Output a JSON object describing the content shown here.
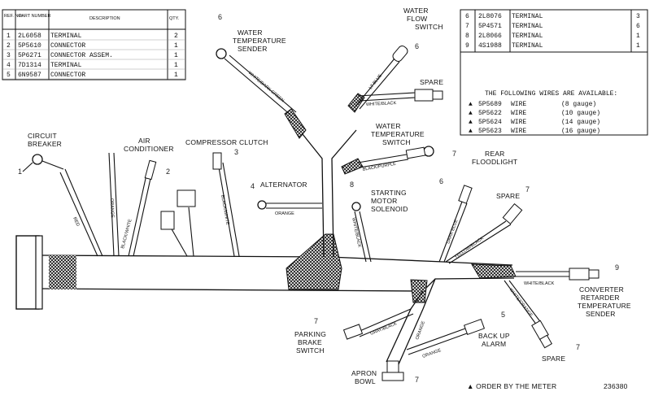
{
  "table_left": {
    "headers": [
      "REF. NO.",
      "PART NUMBER",
      "DESCRIPTION",
      "QTY."
    ],
    "rows": [
      {
        "ref": "1",
        "part": "2L6058",
        "desc": "TERMINAL",
        "qty": "2"
      },
      {
        "ref": "2",
        "part": "5P5610",
        "desc": "CONNECTOR",
        "qty": "1"
      },
      {
        "ref": "3",
        "part": "5P6271",
        "desc": "CONNECTOR ASSEM.",
        "qty": "1"
      },
      {
        "ref": "4",
        "part": "7D1314",
        "desc": "TERMINAL",
        "qty": "1"
      },
      {
        "ref": "5",
        "part": "6N9587",
        "desc": "CONNECTOR",
        "qty": "1"
      }
    ]
  },
  "table_right": {
    "rows": [
      {
        "ref": "6",
        "part": "2L8076",
        "desc": "TERMINAL",
        "qty": "3"
      },
      {
        "ref": "7",
        "part": "5P4571",
        "desc": "TERMINAL",
        "qty": "6"
      },
      {
        "ref": "8",
        "part": "2L8066",
        "desc": "TERMINAL",
        "qty": "1"
      },
      {
        "ref": "9",
        "part": "4S1988",
        "desc": "TERMINAL",
        "qty": "1"
      }
    ],
    "note": "THE FOLLOWING WIRES ARE AVAILABLE:",
    "wires": [
      {
        "part": "5P5689",
        "desc": "WIRE",
        "gauge": "(8 gauge)"
      },
      {
        "part": "5P5622",
        "desc": "WIRE",
        "gauge": "(10 gauge)"
      },
      {
        "part": "5P5624",
        "desc": "WIRE",
        "gauge": "(14 gauge)"
      },
      {
        "part": "5P5623",
        "desc": "WIRE",
        "gauge": "(16 gauge)"
      }
    ],
    "marker": "▲"
  },
  "components": {
    "circuit_breaker": [
      "CIRCUIT",
      "BREAKER"
    ],
    "air_conditioner": [
      "AIR",
      "CONDITIONER"
    ],
    "compressor_clutch": [
      "COMPRESSOR CLUTCH"
    ],
    "water_temp_sender": [
      "WATER",
      "TEMPERATURE",
      "SENDER"
    ],
    "water_flow_switch": [
      "WATER",
      "FLOW",
      "SWITCH"
    ],
    "spare_top": [
      "SPARE"
    ],
    "water_temp_switch": [
      "WATER",
      "TEMPERATURE",
      "SWITCH"
    ],
    "alternator": [
      "ALTERNATOR"
    ],
    "starting_motor": [
      "STARTING",
      "MOTOR",
      "SOLENOID"
    ],
    "rear_floodlight": [
      "REAR",
      "FLOODLIGHT"
    ],
    "spare_right": [
      "SPARE"
    ],
    "converter": [
      "CONVERTER",
      "RETARDER",
      "TEMPERATURE",
      "SENDER"
    ],
    "parking_brake": [
      "PARKING",
      "BRAKE",
      "SWITCH"
    ],
    "back_up_alarm": [
      "BACK UP",
      "ALARM"
    ],
    "apron_bowl": [
      "APRON",
      "BOWL"
    ],
    "spare_bottom": [
      "SPARE"
    ]
  },
  "wire_colors": {
    "red": "RED",
    "orange_ac": "ORANGE",
    "black_white": "BLACK/WHITE",
    "black_white_2": "BLACK/WHITE",
    "white_dark_green": "WHITE/DARK GREEN",
    "lt_blue": "LT BLUE",
    "white_black": "WHITE/BLACK",
    "black_purple": "BLACK/PURPLE",
    "orange_alt": "ORANGE",
    "white_black_2": "WHITE/BLACK",
    "dark_blue": "DARK BLUE",
    "yellow_black": "YELLOW/BLACK",
    "white_black_3": "WHITE/BLACK",
    "white_orange": "WHITE/ORANGE",
    "gray_black": "GRAY/BLACK",
    "orange_bu": "ORANGE",
    "orange_ap": "ORANGE"
  },
  "callouts": {
    "n1": "1",
    "n2": "2",
    "n3": "3",
    "n4": "4",
    "n5": "5",
    "n6a": "6",
    "n6b": "6",
    "n6c": "6",
    "n7a": "7",
    "n7b": "7",
    "n7c": "7",
    "n7d": "7",
    "n7e": "7",
    "n8": "8",
    "n9": "9"
  },
  "footer": {
    "order_note": "▲ ORDER BY THE METER",
    "figure_no": "236380"
  }
}
